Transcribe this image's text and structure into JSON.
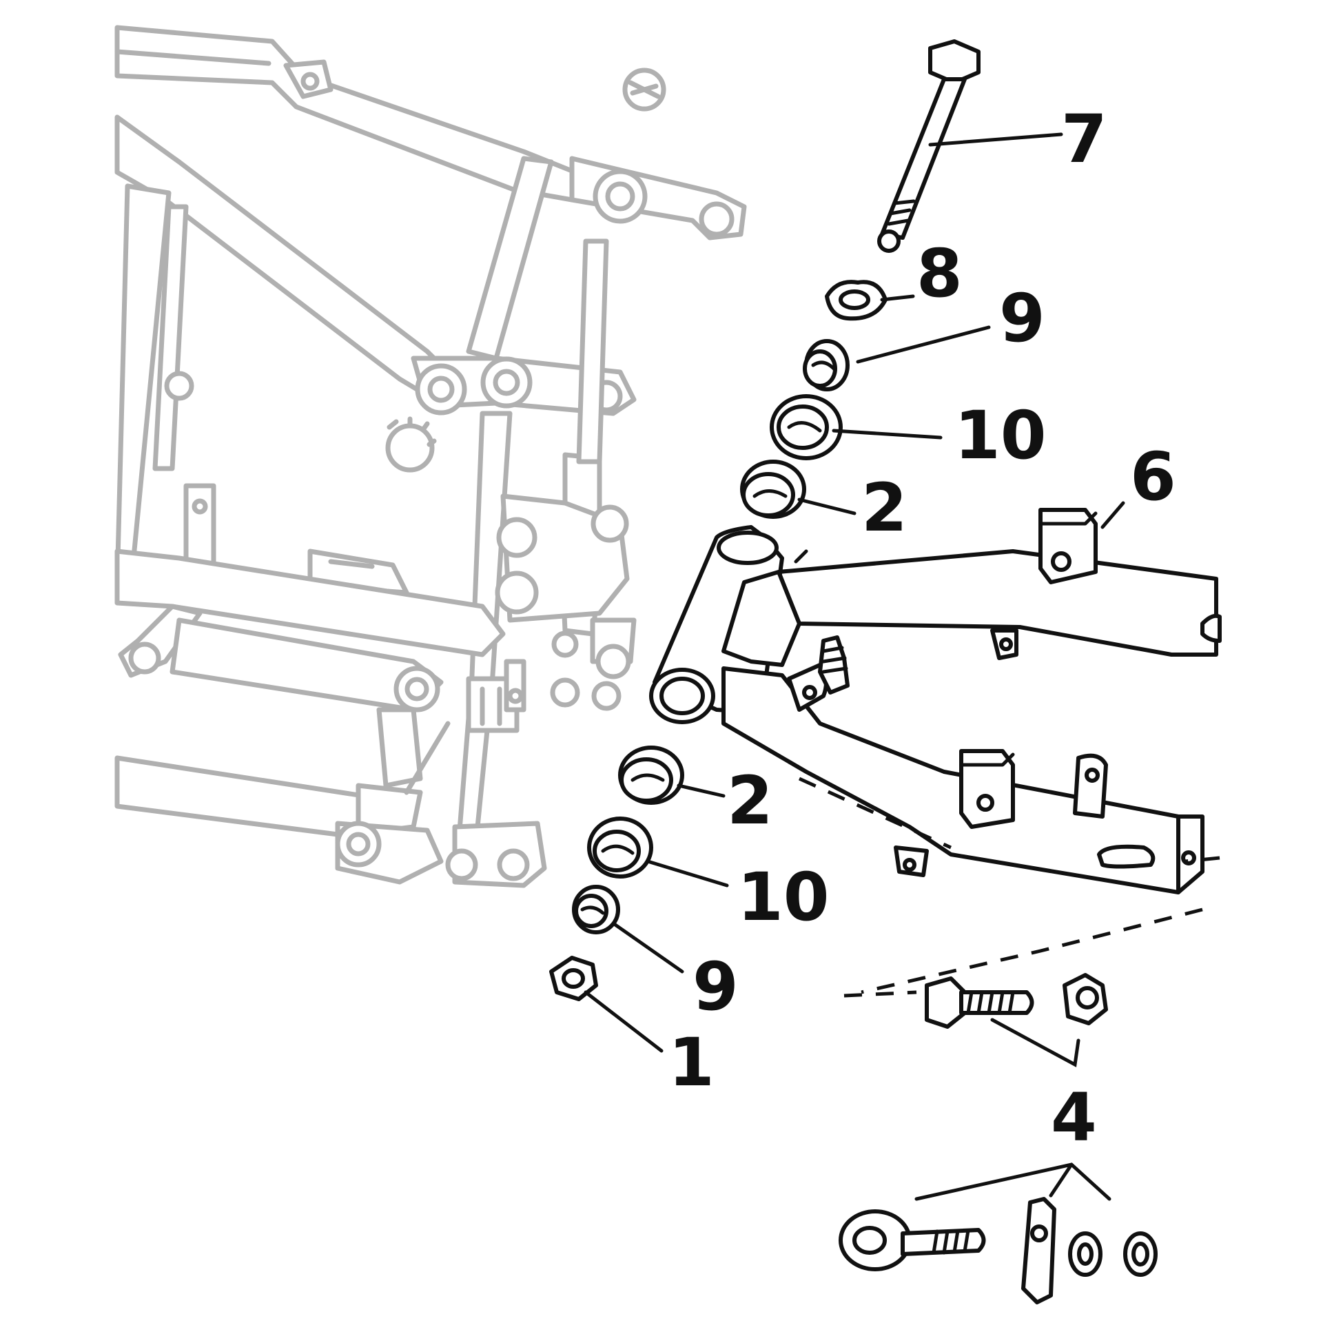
{
  "diagram": {
    "callouts": {
      "c1": "1",
      "c2a": "2",
      "c2b": "2",
      "c4": "4",
      "c6": "6",
      "c7": "7",
      "c8": "8",
      "c9a": "9",
      "c9b": "9",
      "c10a": "10",
      "c10b": "10"
    }
  }
}
